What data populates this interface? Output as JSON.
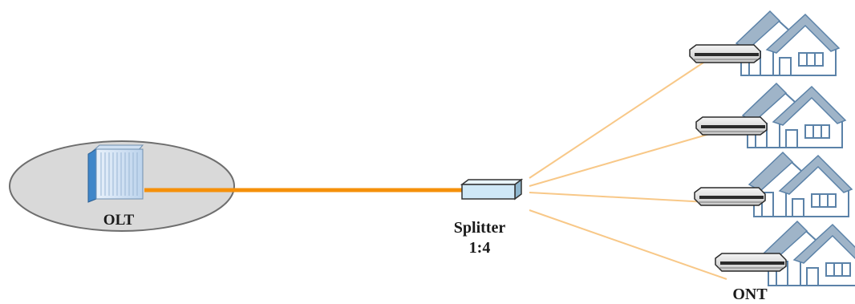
{
  "olt": {
    "label": "OLT"
  },
  "splitter": {
    "label": "Splitter",
    "ratio": "1:4"
  },
  "ont": {
    "label": "ONT",
    "count": 4
  },
  "colors": {
    "feeder_fiber": "#f5900a",
    "drop_fiber": "#f8c888",
    "olt_ellipse_fill": "#d9d9d9",
    "olt_ellipse_stroke": "#6e6e6e",
    "olt_box_blue": "#3f86c9",
    "house_stroke": "#5b82a8",
    "house_roof": "#9fb4c8",
    "splitter_fill": "#cfe8f7"
  }
}
